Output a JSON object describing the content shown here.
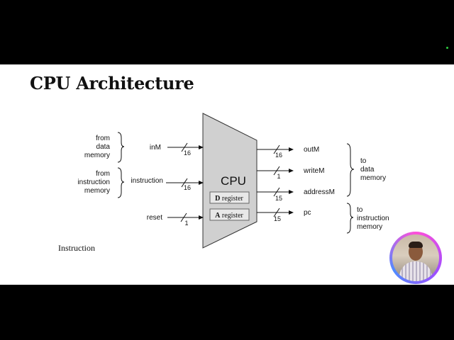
{
  "slide": {
    "title": "CPU Architecture",
    "footer_label": "Instruction"
  },
  "diagram": {
    "cpu_label": "CPU",
    "registers": [
      {
        "bold": "D",
        "rest": " register"
      },
      {
        "bold": "A",
        "rest": " register"
      }
    ],
    "inputs": [
      {
        "name": "inM",
        "width": "16",
        "source": [
          "from",
          "data",
          "memory"
        ]
      },
      {
        "name": "instruction",
        "width": "16",
        "source": [
          "from",
          "instruction",
          "memory"
        ]
      },
      {
        "name": "reset",
        "width": "1"
      }
    ],
    "outputs": [
      {
        "name": "outM",
        "width": "16"
      },
      {
        "name": "writeM",
        "width": "1"
      },
      {
        "name": "addressM",
        "width": "15"
      },
      {
        "name": "pc",
        "width": "15"
      }
    ],
    "destinations": [
      [
        "to",
        "data",
        "memory"
      ],
      [
        "to",
        "instruction",
        "memory"
      ]
    ]
  },
  "colors": {
    "cpu_fill": "#d0d0d0",
    "background": "#000000",
    "slide": "#ffffff"
  }
}
